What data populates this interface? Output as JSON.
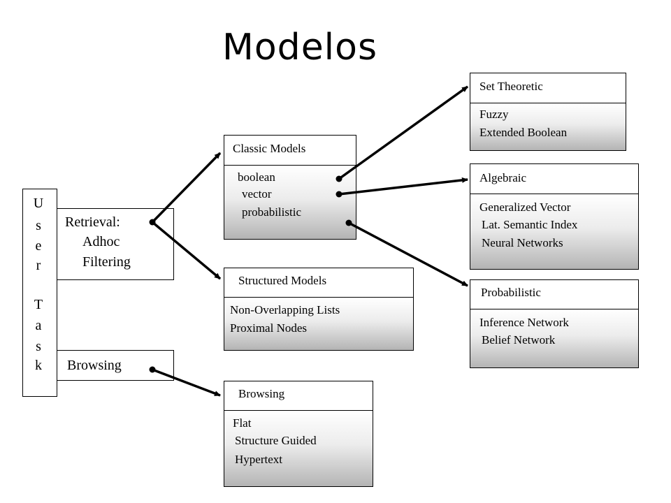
{
  "title": "Modelos",
  "user_task": {
    "letters": [
      "U",
      "s",
      "e",
      "r",
      "T",
      "a",
      "s",
      "k"
    ]
  },
  "retrieval": {
    "title": "Retrieval:",
    "items": [
      "Adhoc",
      "Filtering"
    ]
  },
  "browsing_task": {
    "title": "Browsing"
  },
  "classic_models": {
    "header": "Classic Models",
    "items": [
      "boolean",
      "vector",
      "probabilistic"
    ]
  },
  "structured_models": {
    "header": "Structured Models",
    "items": [
      "Non-Overlapping Lists",
      "Proximal Nodes"
    ]
  },
  "browsing_models": {
    "header": "Browsing",
    "items": [
      "Flat",
      "Structure Guided",
      "Hypertext"
    ]
  },
  "set_theoretic": {
    "header": "Set Theoretic",
    "items": [
      "Fuzzy",
      "Extended Boolean"
    ]
  },
  "algebraic": {
    "header": "Algebraic",
    "items": [
      "Generalized Vector",
      "Lat. Semantic Index",
      "Neural Networks"
    ]
  },
  "probabilistic": {
    "header": "Probabilistic",
    "items": [
      "Inference Network",
      "Belief Network"
    ]
  }
}
